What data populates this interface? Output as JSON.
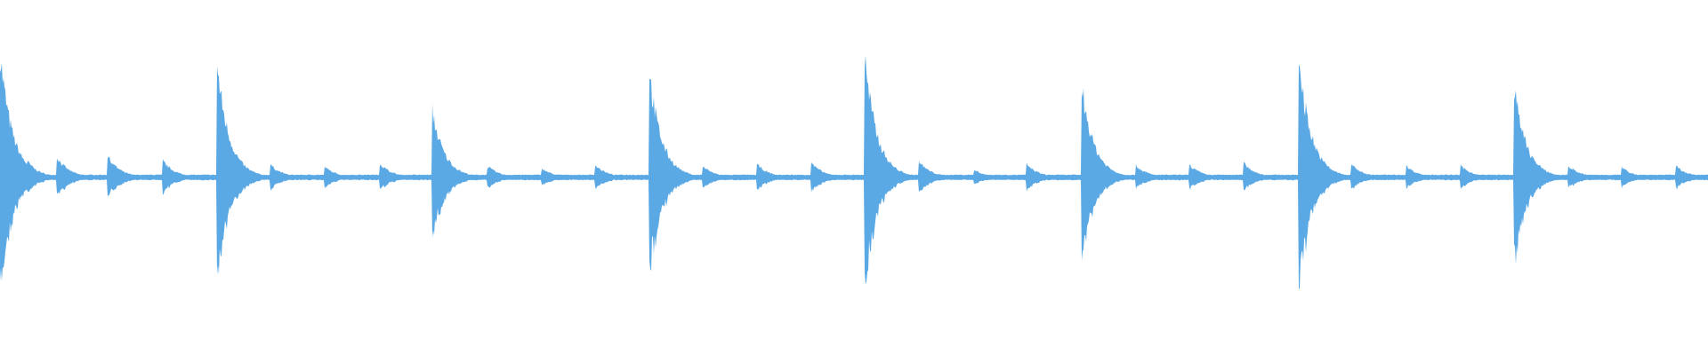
{
  "waveform": {
    "color": "#5aa8e4",
    "hits": [
      {
        "t": 0.0,
        "a": 0.93
      },
      {
        "t": 0.016,
        "a": 0.12
      },
      {
        "t": 0.033,
        "a": 0.16
      },
      {
        "t": 0.063,
        "a": 0.16
      },
      {
        "t": 0.095,
        "a": 0.13
      },
      {
        "t": 0.127,
        "a": 0.84
      },
      {
        "t": 0.158,
        "a": 0.1
      },
      {
        "t": 0.19,
        "a": 0.08
      },
      {
        "t": 0.222,
        "a": 0.11
      },
      {
        "t": 0.253,
        "a": 0.5
      },
      {
        "t": 0.285,
        "a": 0.09
      },
      {
        "t": 0.317,
        "a": 0.07
      },
      {
        "t": 0.348,
        "a": 0.1
      },
      {
        "t": 0.38,
        "a": 0.8
      },
      {
        "t": 0.411,
        "a": 0.09
      },
      {
        "t": 0.443,
        "a": 0.1
      },
      {
        "t": 0.475,
        "a": 0.11
      },
      {
        "t": 0.506,
        "a": 0.92
      },
      {
        "t": 0.538,
        "a": 0.12
      },
      {
        "t": 0.57,
        "a": 0.06
      },
      {
        "t": 0.601,
        "a": 0.1
      },
      {
        "t": 0.633,
        "a": 0.72
      },
      {
        "t": 0.665,
        "a": 0.09
      },
      {
        "t": 0.696,
        "a": 0.1
      },
      {
        "t": 0.728,
        "a": 0.11
      },
      {
        "t": 0.76,
        "a": 0.95
      },
      {
        "t": 0.791,
        "a": 0.1
      },
      {
        "t": 0.823,
        "a": 0.09
      },
      {
        "t": 0.855,
        "a": 0.09
      },
      {
        "t": 0.886,
        "a": 0.72
      },
      {
        "t": 0.918,
        "a": 0.09
      },
      {
        "t": 0.949,
        "a": 0.08
      },
      {
        "t": 0.981,
        "a": 0.09
      }
    ]
  }
}
